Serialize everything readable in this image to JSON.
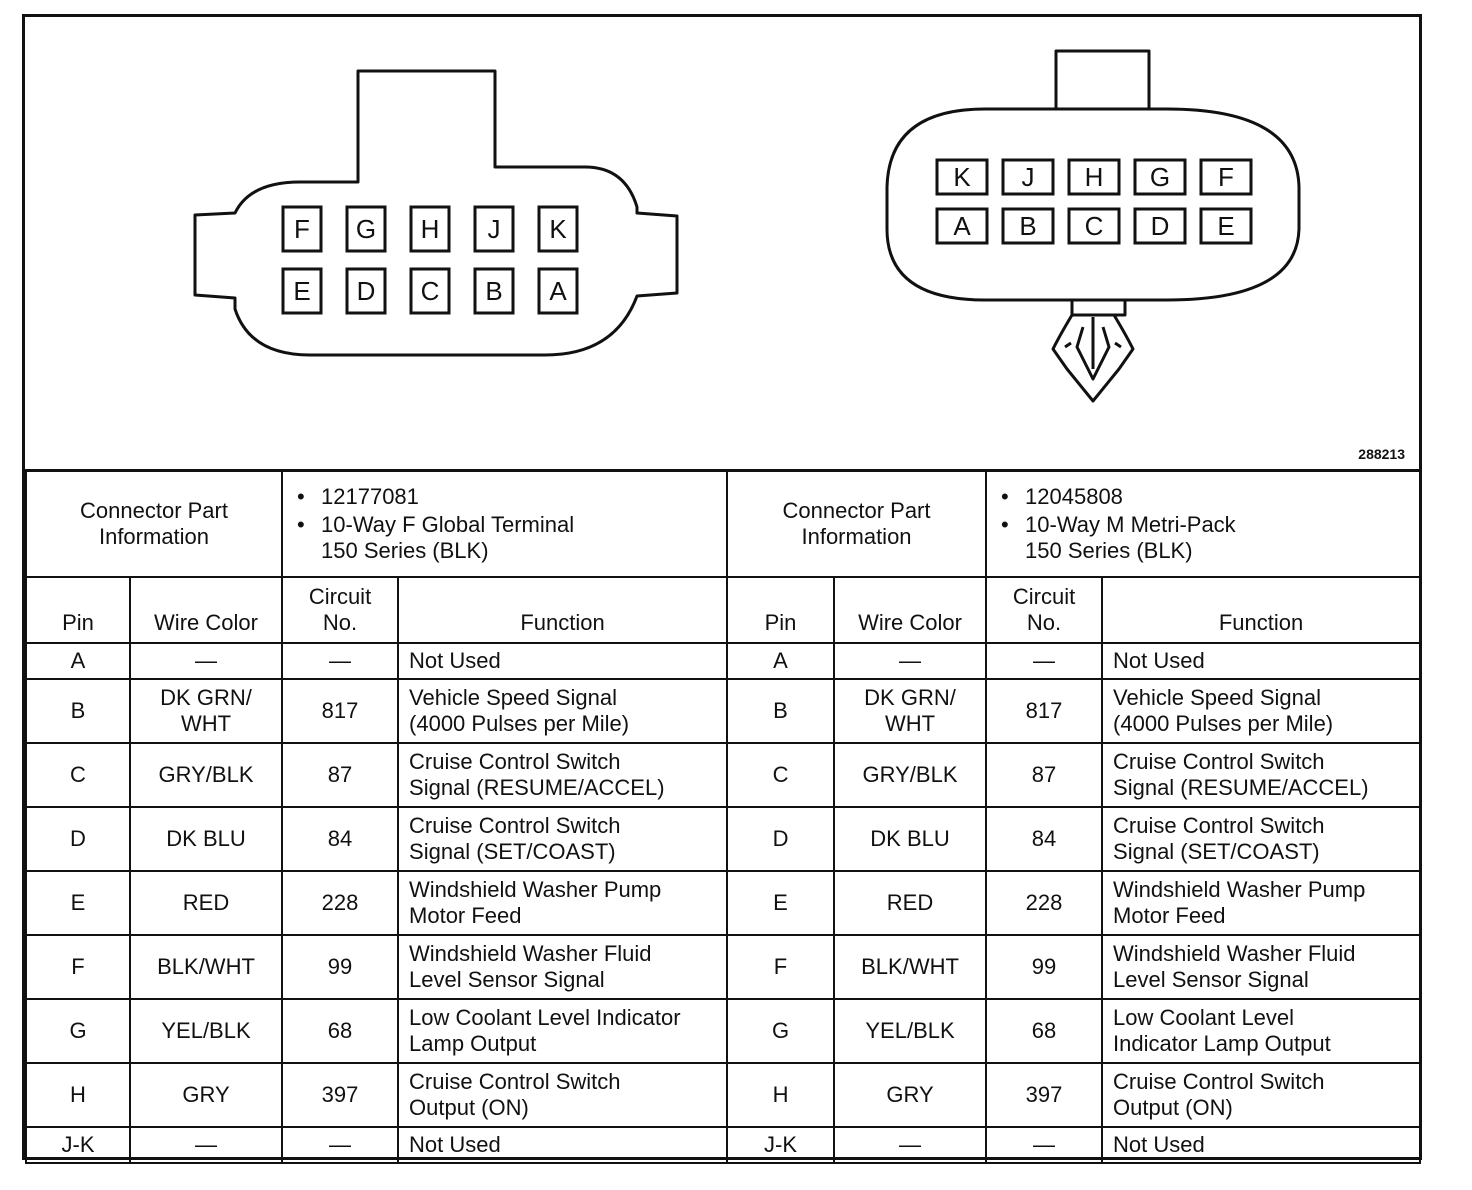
{
  "figure_id": "288213",
  "connectors": [
    {
      "pins_top": [
        "F",
        "G",
        "H",
        "J",
        "K"
      ],
      "pins_bottom": [
        "E",
        "D",
        "C",
        "B",
        "A"
      ],
      "info_label": "Connector Part Information",
      "part_info": [
        "12177081",
        "10-Way F Global Terminal\n150 Series (BLK)"
      ]
    },
    {
      "pins_top": [
        "K",
        "J",
        "H",
        "G",
        "F"
      ],
      "pins_bottom": [
        "A",
        "B",
        "C",
        "D",
        "E"
      ],
      "info_label": "Connector Part Information",
      "part_info": [
        "12045808",
        "10-Way M Metri-Pack\n150 Series (BLK)"
      ]
    }
  ],
  "table_headers": {
    "pin": "Pin",
    "wire_color": "Wire Color",
    "circuit": "Circuit\nNo.",
    "function": "Function"
  },
  "rows_left": [
    {
      "pin": "A",
      "wire": "—",
      "circuit": "—",
      "function": "Not Used"
    },
    {
      "pin": "B",
      "wire": "DK GRN/\nWHT",
      "circuit": "817",
      "function": "Vehicle Speed Signal\n(4000 Pulses per Mile)"
    },
    {
      "pin": "C",
      "wire": "GRY/BLK",
      "circuit": "87",
      "function": "Cruise Control Switch\nSignal (RESUME/ACCEL)"
    },
    {
      "pin": "D",
      "wire": "DK BLU",
      "circuit": "84",
      "function": "Cruise Control Switch\nSignal (SET/COAST)"
    },
    {
      "pin": "E",
      "wire": "RED",
      "circuit": "228",
      "function": "Windshield Washer Pump\nMotor Feed"
    },
    {
      "pin": "F",
      "wire": "BLK/WHT",
      "circuit": "99",
      "function": "Windshield Washer Fluid\nLevel Sensor Signal"
    },
    {
      "pin": "G",
      "wire": "YEL/BLK",
      "circuit": "68",
      "function": "Low Coolant Level Indicator\nLamp Output"
    },
    {
      "pin": "H",
      "wire": "GRY",
      "circuit": "397",
      "function": "Cruise Control Switch\nOutput (ON)"
    },
    {
      "pin": "J-K",
      "wire": "—",
      "circuit": "—",
      "function": "Not Used"
    }
  ],
  "rows_right": [
    {
      "pin": "A",
      "wire": "—",
      "circuit": "—",
      "function": "Not Used"
    },
    {
      "pin": "B",
      "wire": "DK GRN/\nWHT",
      "circuit": "817",
      "function": "Vehicle Speed Signal\n(4000 Pulses per Mile)"
    },
    {
      "pin": "C",
      "wire": "GRY/BLK",
      "circuit": "87",
      "function": "Cruise Control Switch\nSignal (RESUME/ACCEL)"
    },
    {
      "pin": "D",
      "wire": "DK BLU",
      "circuit": "84",
      "function": "Cruise Control Switch\nSignal (SET/COAST)"
    },
    {
      "pin": "E",
      "wire": "RED",
      "circuit": "228",
      "function": "Windshield Washer Pump\nMotor Feed"
    },
    {
      "pin": "F",
      "wire": "BLK/WHT",
      "circuit": "99",
      "function": "Windshield Washer Fluid\nLevel Sensor Signal"
    },
    {
      "pin": "G",
      "wire": "YEL/BLK",
      "circuit": "68",
      "function": "Low Coolant Level\nIndicator Lamp Output"
    },
    {
      "pin": "H",
      "wire": "GRY",
      "circuit": "397",
      "function": "Cruise Control Switch\nOutput (ON)"
    },
    {
      "pin": "J-K",
      "wire": "—",
      "circuit": "—",
      "function": "Not Used"
    }
  ]
}
